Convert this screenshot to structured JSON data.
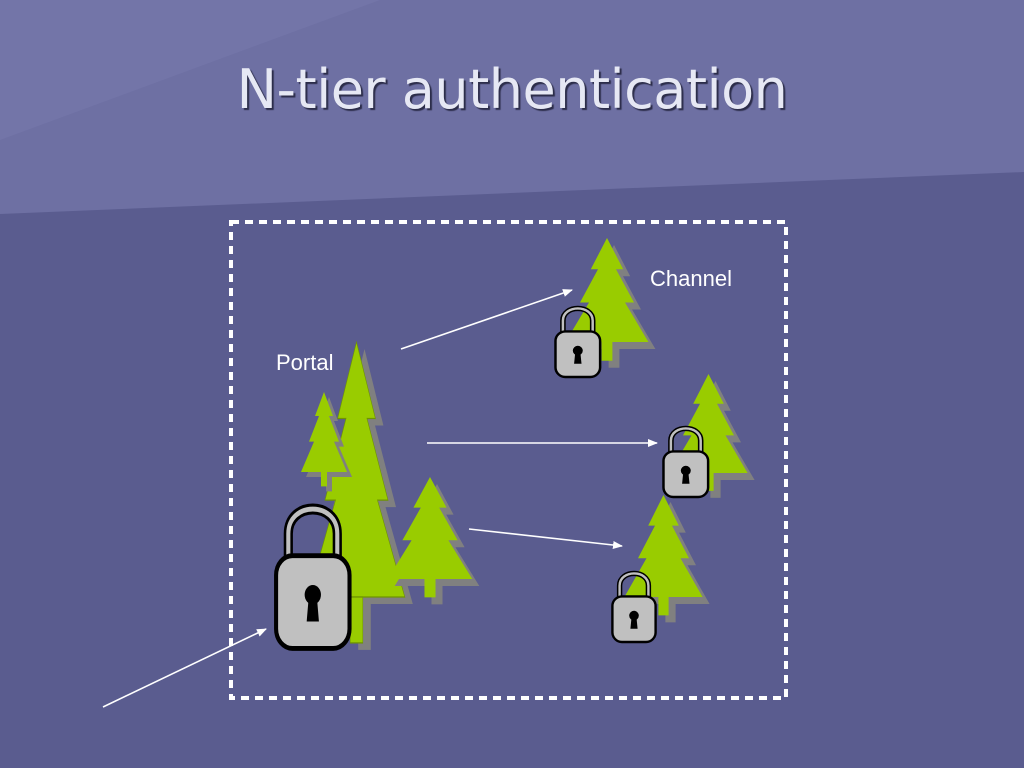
{
  "slide": {
    "title": "N-tier authentication",
    "background_color": "#5a5c8f",
    "band_color": "#6e70a3"
  },
  "diagram": {
    "portal_label": "Portal",
    "channel_label": "Channel",
    "boundary_style": "dashed-white",
    "tree_color": "#99cc00",
    "tree_shadow_color": "#808080",
    "lock_color": "#c0c0c0",
    "icons": [
      "tree-icon",
      "lock-icon",
      "arrow-icon"
    ]
  }
}
